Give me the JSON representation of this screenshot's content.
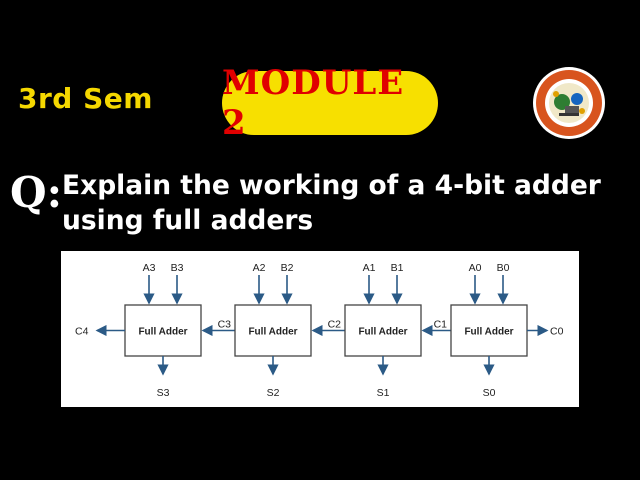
{
  "header": {
    "semester": "3rd Sem",
    "module": "MODULE 2"
  },
  "question": {
    "prefix": "Q:",
    "line1": "Explain the working of a 4-bit adder",
    "line2": "using full adders"
  },
  "colors": {
    "background": "#000000",
    "semester_text": "#f5d800",
    "module_pill": "#f7e000",
    "module_text": "#e00000",
    "arrow": "#2b5a86"
  },
  "logo": {
    "icon": "university-emblem-icon"
  },
  "diagram": {
    "adders": [
      {
        "label": "Full Adder",
        "a": "A3",
        "b": "B3",
        "sum": "S3",
        "carry_out": "C4",
        "carry_in": "C3"
      },
      {
        "label": "Full Adder",
        "a": "A2",
        "b": "B2",
        "sum": "S2",
        "carry_out": "C3",
        "carry_in": "C2"
      },
      {
        "label": "Full Adder",
        "a": "A1",
        "b": "B1",
        "sum": "S1",
        "carry_out": "C2",
        "carry_in": "C1"
      },
      {
        "label": "Full Adder",
        "a": "A0",
        "b": "B0",
        "sum": "S0",
        "carry_out": "C1",
        "carry_in": "C0"
      }
    ]
  }
}
